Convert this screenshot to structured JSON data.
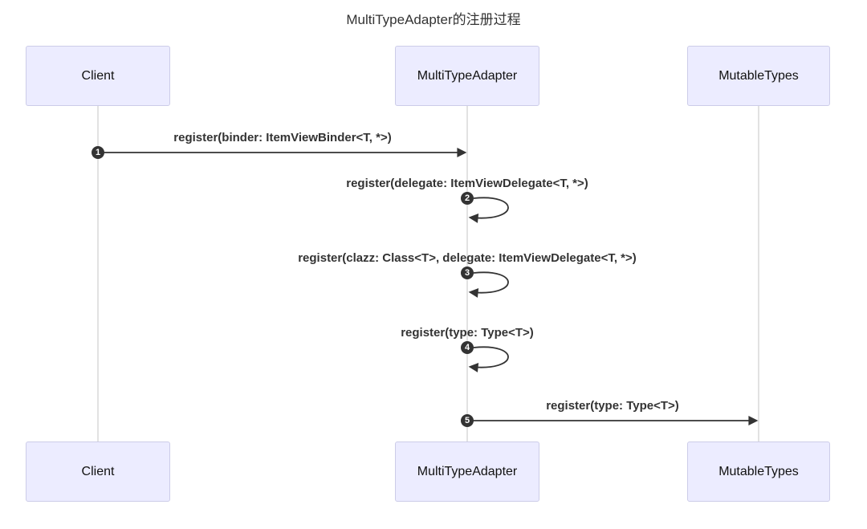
{
  "title": "MultiTypeAdapter的注册过程",
  "actors": [
    {
      "label": "Client"
    },
    {
      "label": "MultiTypeAdapter"
    },
    {
      "label": "MutableTypes"
    }
  ],
  "messages": [
    {
      "seq": "1",
      "text": "register(binder: ItemViewBinder<T, *>)",
      "from": "Client",
      "to": "MultiTypeAdapter",
      "type": "solid-arrow"
    },
    {
      "seq": "2",
      "text": "register(delegate: ItemViewDelegate<T, *>)",
      "from": "MultiTypeAdapter",
      "to": "MultiTypeAdapter",
      "type": "self-loop"
    },
    {
      "seq": "3",
      "text": "register(clazz: Class<T>, delegate: ItemViewDelegate<T, *>)",
      "from": "MultiTypeAdapter",
      "to": "MultiTypeAdapter",
      "type": "self-loop"
    },
    {
      "seq": "4",
      "text": "register(type: Type<T>)",
      "from": "MultiTypeAdapter",
      "to": "MultiTypeAdapter",
      "type": "self-loop"
    },
    {
      "seq": "5",
      "text": "register(type: Type<T>)",
      "from": "MultiTypeAdapter",
      "to": "MutableTypes",
      "type": "solid-arrow"
    }
  ],
  "colors": {
    "actor_fill": "#ECECFF",
    "actor_border": "#CCCCE8",
    "signal": "#333333",
    "lifeline": "#c4c4c4",
    "number_bg": "#333333",
    "number_text": "#ffffff",
    "title_text": "#333333",
    "background": "#ffffff"
  }
}
